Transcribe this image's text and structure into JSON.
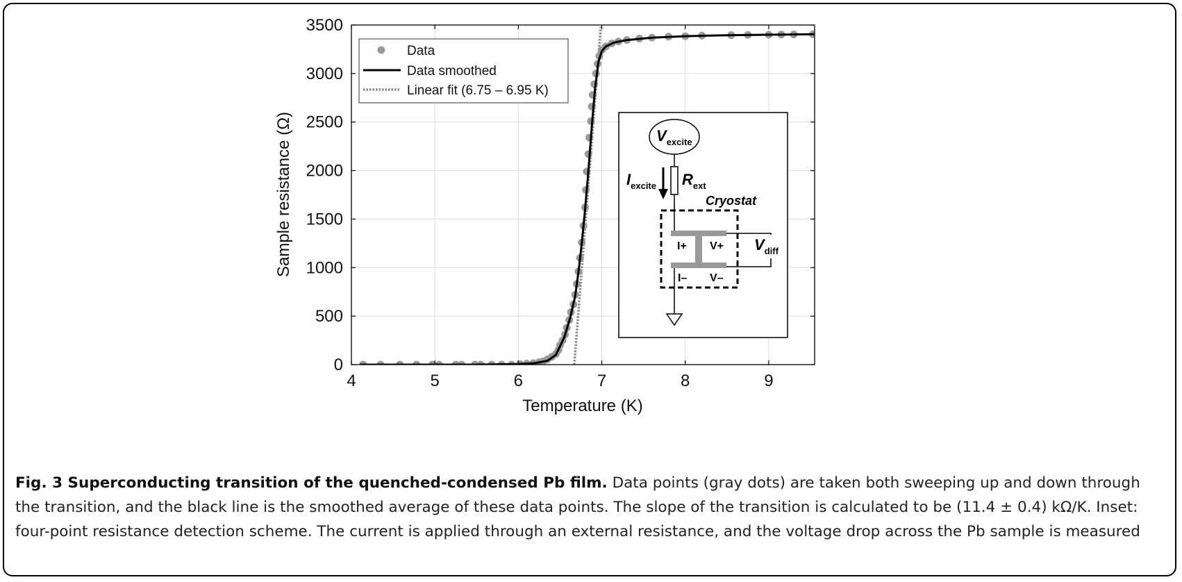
{
  "chart_data": {
    "type": "scatter",
    "xlabel": "Temperature (K)",
    "ylabel": "Sample resistance (Ω)",
    "xlim": [
      4,
      9.55
    ],
    "ylim": [
      0,
      3500
    ],
    "xticks": [
      4,
      5,
      6,
      7,
      8,
      9
    ],
    "yticks": [
      0,
      500,
      1000,
      1500,
      2000,
      2500,
      3000,
      3500
    ],
    "grid": true,
    "legend_placement": "top-left",
    "series": [
      {
        "name": "Data",
        "style": "markers",
        "color": "#9a9a9a",
        "points": [
          [
            4.14,
            0
          ],
          [
            4.35,
            0
          ],
          [
            4.58,
            0
          ],
          [
            4.78,
            0
          ],
          [
            4.97,
            0
          ],
          [
            5.05,
            0
          ],
          [
            5.25,
            0
          ],
          [
            5.32,
            0
          ],
          [
            5.48,
            0
          ],
          [
            5.55,
            0
          ],
          [
            5.68,
            0
          ],
          [
            5.8,
            0
          ],
          [
            5.92,
            0
          ],
          [
            6.02,
            5
          ],
          [
            6.1,
            10
          ],
          [
            6.18,
            15
          ],
          [
            6.25,
            25
          ],
          [
            6.3,
            35
          ],
          [
            6.35,
            55
          ],
          [
            6.4,
            80
          ],
          [
            6.45,
            110
          ],
          [
            6.48,
            150
          ],
          [
            6.5,
            200
          ],
          [
            6.53,
            250
          ],
          [
            6.56,
            310
          ],
          [
            6.58,
            380
          ],
          [
            6.61,
            460
          ],
          [
            6.63,
            540
          ],
          [
            6.66,
            620
          ],
          [
            6.68,
            720
          ],
          [
            6.7,
            830
          ],
          [
            6.72,
            960
          ],
          [
            6.74,
            1100
          ],
          [
            6.76,
            1260
          ],
          [
            6.78,
            1430
          ],
          [
            6.8,
            1620
          ],
          [
            6.81,
            1800
          ],
          [
            6.82,
            1990
          ],
          [
            6.84,
            2170
          ],
          [
            6.85,
            2340
          ],
          [
            6.87,
            2510
          ],
          [
            6.88,
            2660
          ],
          [
            6.89,
            2780
          ],
          [
            6.91,
            2890
          ],
          [
            6.93,
            3000
          ],
          [
            6.95,
            3100
          ],
          [
            6.97,
            3180
          ],
          [
            7.0,
            3240
          ],
          [
            7.05,
            3280
          ],
          [
            7.12,
            3310
          ],
          [
            7.2,
            3330
          ],
          [
            7.3,
            3345
          ],
          [
            7.45,
            3360
          ],
          [
            7.6,
            3370
          ],
          [
            7.8,
            3380
          ],
          [
            8.0,
            3385
          ],
          [
            8.2,
            3390
          ],
          [
            8.55,
            3395
          ],
          [
            8.75,
            3398
          ],
          [
            9.0,
            3400
          ],
          [
            9.15,
            3402
          ],
          [
            9.3,
            3403
          ],
          [
            9.53,
            3405
          ]
        ]
      },
      {
        "name": "Data smoothed",
        "style": "solid",
        "color": "#000000",
        "points": [
          [
            4.1,
            0
          ],
          [
            5.5,
            0
          ],
          [
            6.0,
            5
          ],
          [
            6.2,
            15
          ],
          [
            6.35,
            40
          ],
          [
            6.45,
            100
          ],
          [
            6.55,
            280
          ],
          [
            6.62,
            480
          ],
          [
            6.68,
            700
          ],
          [
            6.72,
            950
          ],
          [
            6.76,
            1250
          ],
          [
            6.8,
            1600
          ],
          [
            6.84,
            2000
          ],
          [
            6.88,
            2450
          ],
          [
            6.92,
            2850
          ],
          [
            6.96,
            3120
          ],
          [
            7.0,
            3230
          ],
          [
            7.05,
            3280
          ],
          [
            7.15,
            3320
          ],
          [
            7.3,
            3345
          ],
          [
            7.6,
            3370
          ],
          [
            8.0,
            3385
          ],
          [
            8.5,
            3395
          ],
          [
            9.0,
            3400
          ],
          [
            9.55,
            3405
          ]
        ]
      },
      {
        "name": "Linear fit (6.75 – 6.95 K)",
        "style": "dotted",
        "color": "#888888",
        "points": [
          [
            6.67,
            0
          ],
          [
            6.99,
            3500
          ]
        ]
      }
    ]
  },
  "inset": {
    "source_label": "V",
    "source_sub": "excite",
    "current_label": "I",
    "current_sub": "excite",
    "resistor_label": "R",
    "resistor_sub": "ext",
    "cryostat_label": "Cryostat",
    "i_plus": "I+",
    "v_plus": "V+",
    "i_minus": "I–",
    "v_minus": "V–",
    "vdiff_label": "V",
    "vdiff_sub": "diff"
  },
  "caption": {
    "title": "Fig. 3 Superconducting transition of the quenched-condensed Pb film.",
    "body": " Data points (gray dots) are taken both sweeping up and down through the transition, and the black line is the smoothed average of these data points. The slope of the transition is calculated to be (11.4 ± 0.4) kΩ/K. Inset: four-point resistance detection scheme. The current is applied through an external resistance, and the voltage drop across the Pb sample is measured"
  }
}
